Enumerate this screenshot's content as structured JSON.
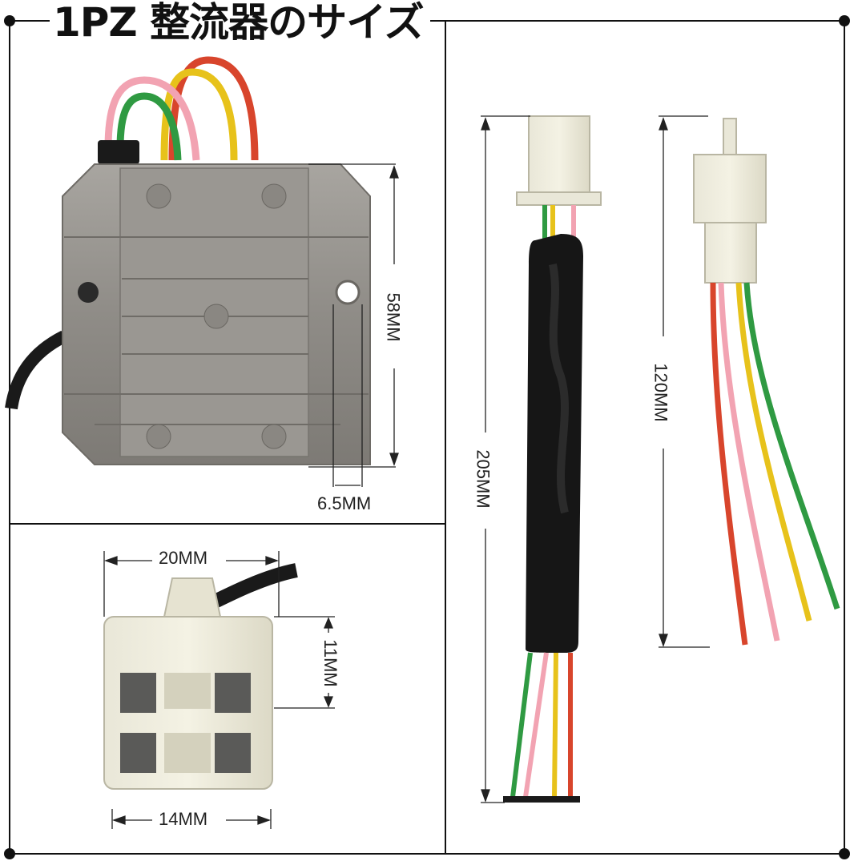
{
  "title": "1PZ 整流器のサイズ",
  "dimensions": {
    "height_body": "58MM",
    "hole": "6.5MM",
    "connector_width": "20MM",
    "connector_height": "11MM",
    "connector_bottom": "14MM",
    "total_length": "205MM",
    "lead_length": "120MM"
  },
  "wire_colors": {
    "red": "#d8452c",
    "yellow": "#e7c21b",
    "pink": "#f2a3b2",
    "green": "#2f9a42",
    "black": "#1a1a1a"
  }
}
